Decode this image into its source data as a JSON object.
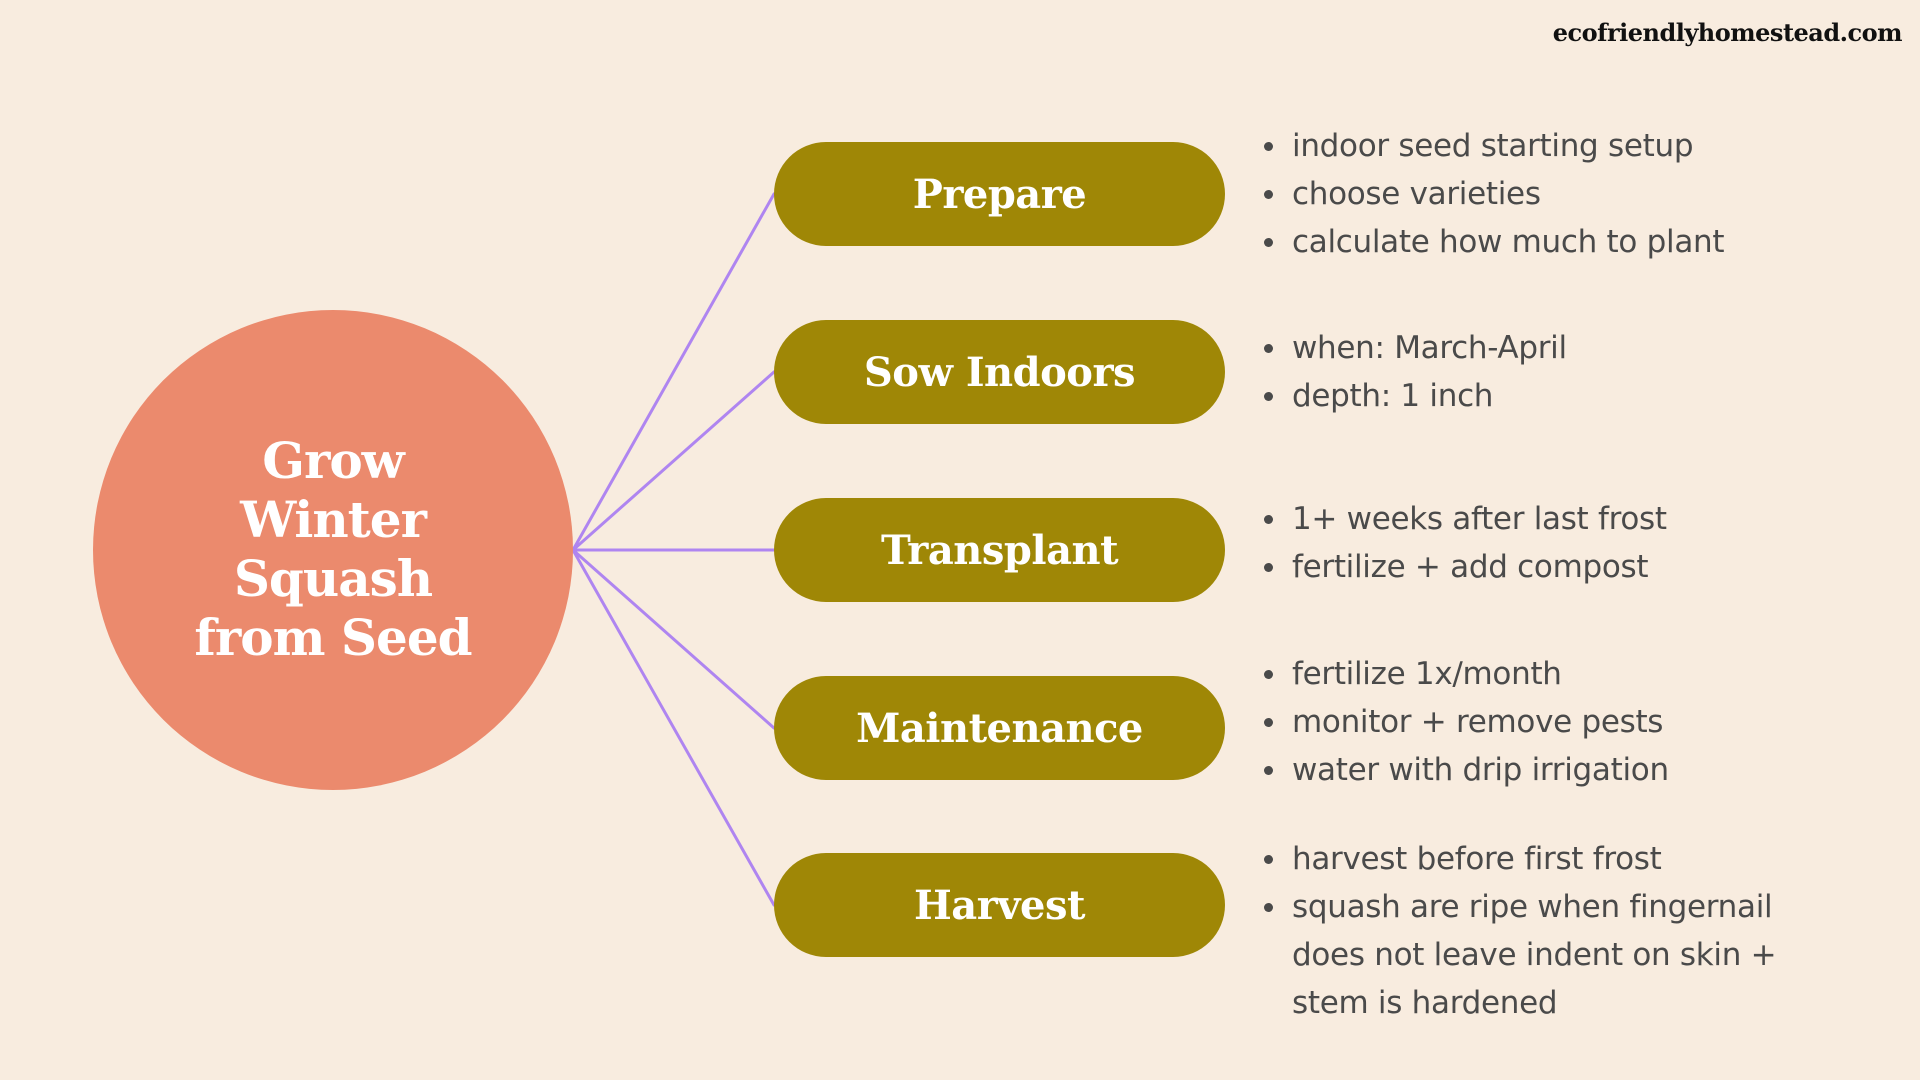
{
  "site": {
    "logo_text": "ecofriendlyhomestead.com"
  },
  "hub": {
    "title_lines": [
      "Grow",
      "Winter",
      "Squash",
      "from Seed"
    ]
  },
  "colors": {
    "background": "#F8ECDF",
    "hub_fill": "#EB8A6D",
    "pill_fill": "#9F8706",
    "connector": "#AF85F0",
    "body_text": "#4A4A4A",
    "logo_text": "#111111"
  },
  "stages": [
    {
      "label": "Prepare",
      "notes": [
        "indoor seed starting setup",
        "choose varieties",
        "calculate how much to plant"
      ]
    },
    {
      "label": "Sow Indoors",
      "notes": [
        "when: March-April",
        "depth: 1 inch"
      ]
    },
    {
      "label": "Transplant",
      "notes": [
        "1+ weeks after last frost",
        "fertilize + add compost"
      ]
    },
    {
      "label": "Maintenance",
      "notes": [
        "fertilize 1x/month",
        "monitor + remove pests",
        "water with drip irrigation"
      ]
    },
    {
      "label": "Harvest",
      "notes": [
        "harvest before first frost",
        "squash are ripe when fingernail does not leave indent on skin + stem is hardened"
      ]
    }
  ]
}
